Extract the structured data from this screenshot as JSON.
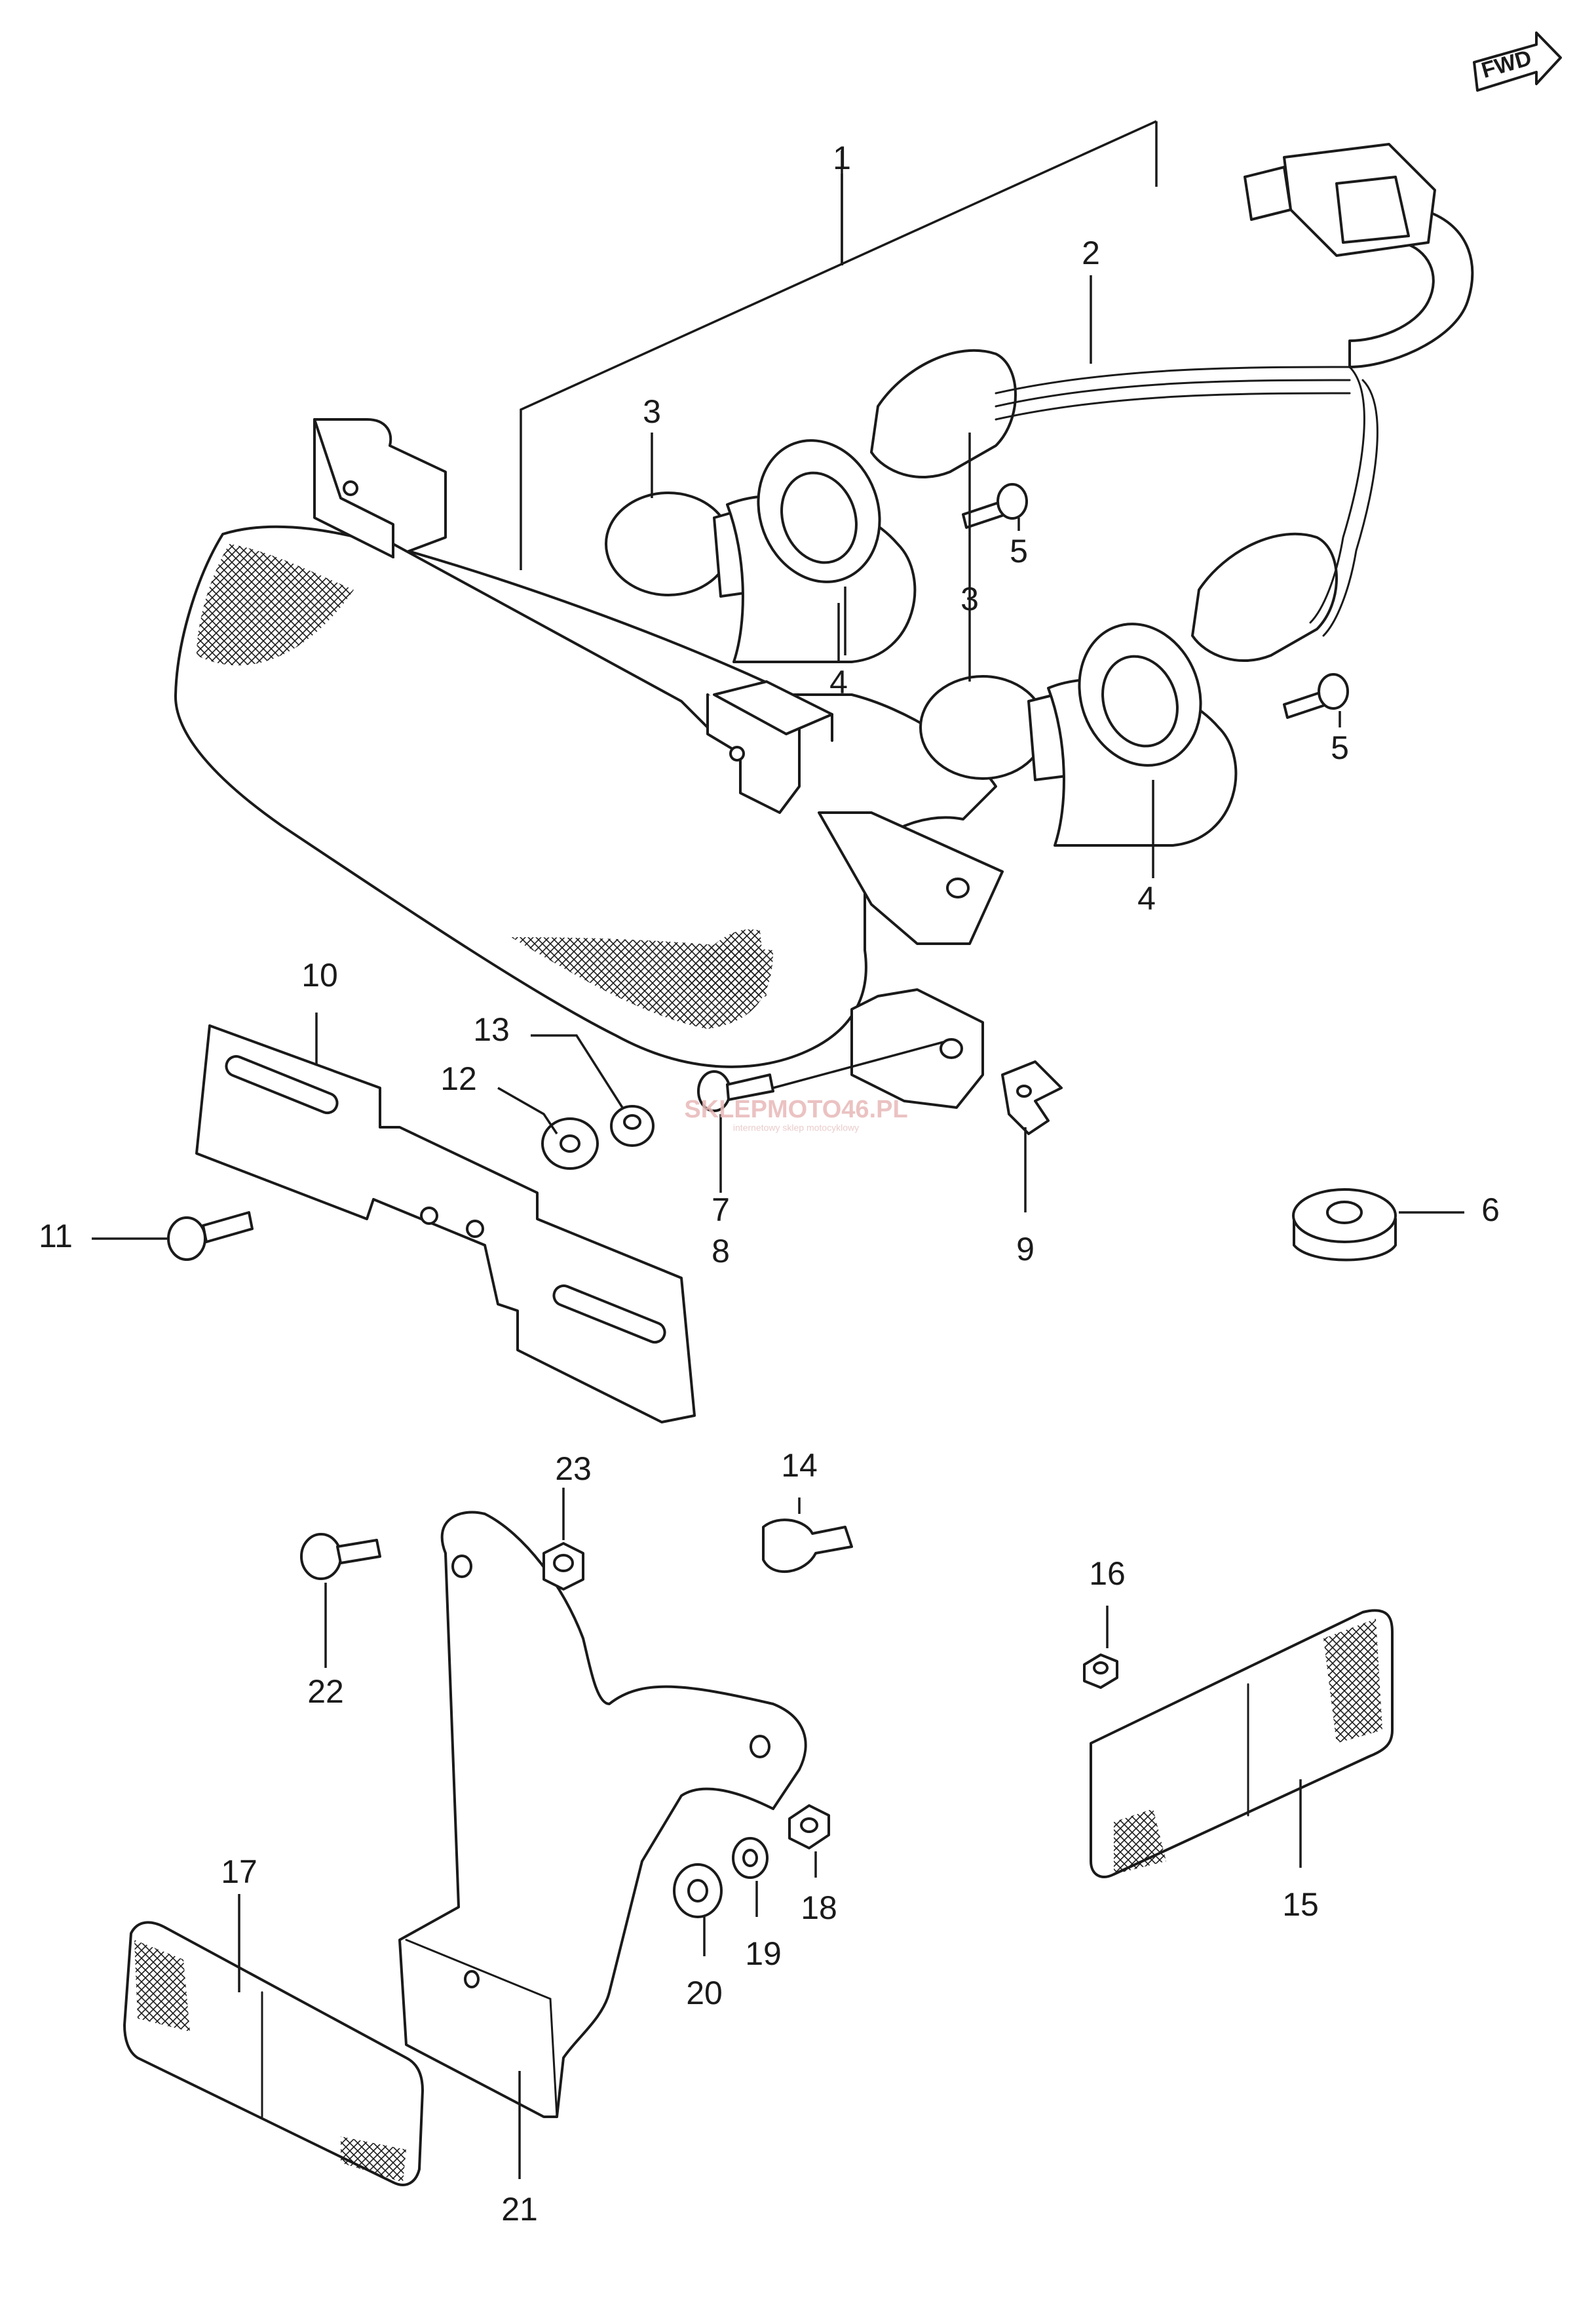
{
  "fwd_label": "FWD",
  "watermark": {
    "main": "SKLEPMOTO46.PL",
    "sub": "internetowy sklep motocyklowy"
  },
  "callouts": [
    {
      "id": "callout-1",
      "label": "1"
    },
    {
      "id": "callout-2",
      "label": "2"
    },
    {
      "id": "callout-3a",
      "label": "3"
    },
    {
      "id": "callout-3b",
      "label": "3"
    },
    {
      "id": "callout-4a",
      "label": "4"
    },
    {
      "id": "callout-4b",
      "label": "4"
    },
    {
      "id": "callout-5a",
      "label": "5"
    },
    {
      "id": "callout-5b",
      "label": "5"
    },
    {
      "id": "callout-6",
      "label": "6"
    },
    {
      "id": "callout-7",
      "label": "7"
    },
    {
      "id": "callout-8",
      "label": "8"
    },
    {
      "id": "callout-9",
      "label": "9"
    },
    {
      "id": "callout-10",
      "label": "10"
    },
    {
      "id": "callout-11",
      "label": "11"
    },
    {
      "id": "callout-12",
      "label": "12"
    },
    {
      "id": "callout-13",
      "label": "13"
    },
    {
      "id": "callout-14",
      "label": "14"
    },
    {
      "id": "callout-15",
      "label": "15"
    },
    {
      "id": "callout-16",
      "label": "16"
    },
    {
      "id": "callout-17",
      "label": "17"
    },
    {
      "id": "callout-18",
      "label": "18"
    },
    {
      "id": "callout-19",
      "label": "19"
    },
    {
      "id": "callout-20",
      "label": "20"
    },
    {
      "id": "callout-21",
      "label": "21"
    },
    {
      "id": "callout-22",
      "label": "22"
    },
    {
      "id": "callout-23",
      "label": "23"
    }
  ]
}
